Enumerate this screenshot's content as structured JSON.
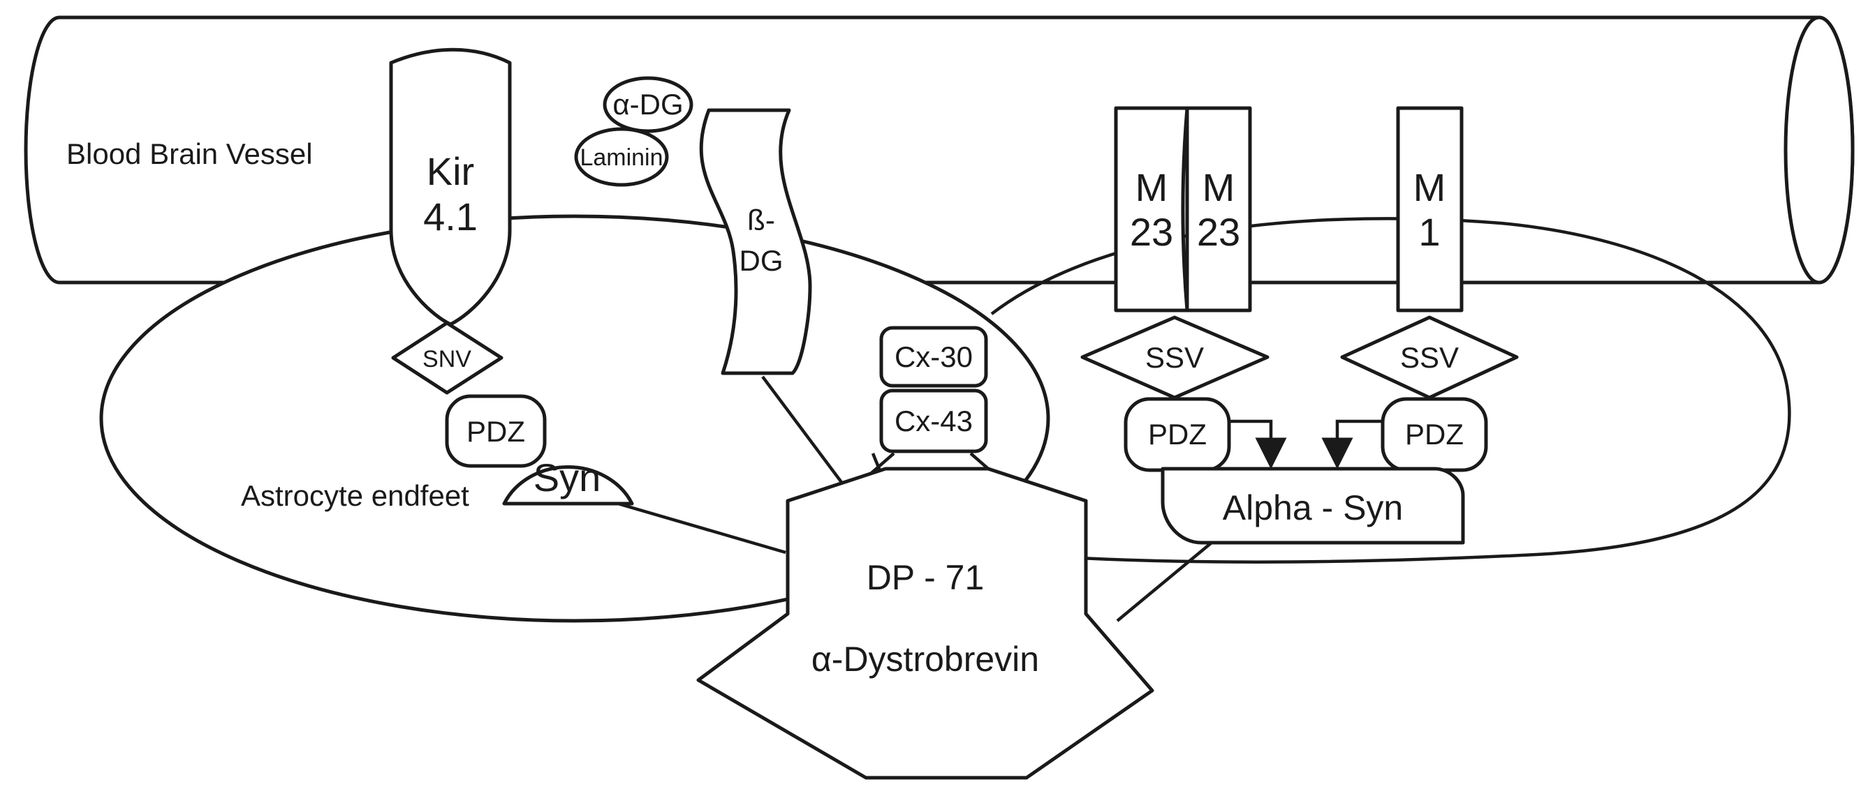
{
  "labels": {
    "vessel": "Blood Brain Vessel",
    "endfeet": "Astrocyte endfeet",
    "kir_line1": "Kir",
    "kir_line2": "4.1",
    "snv": "SNV",
    "pdz_left": "PDZ",
    "syn": "Syn",
    "alpha_dg": "α-DG",
    "laminin": "Laminin",
    "beta_dg_line1": "ß-",
    "beta_dg_line2": "DG",
    "cx30": "Cx-30",
    "cx43": "Cx-43",
    "dp71": "DP - 71",
    "dystrobrevin": "α-Dystrobrevin",
    "m23a_line1": "M",
    "m23a_line2": "23",
    "m23b_line1": "M",
    "m23b_line2": "23",
    "m1_line1": "M",
    "m1_line2": "1",
    "ssv_left": "SSV",
    "ssv_right": "SSV",
    "pdz_mid": "PDZ",
    "pdz_right": "PDZ",
    "alpha_syn": "Alpha - Syn"
  }
}
